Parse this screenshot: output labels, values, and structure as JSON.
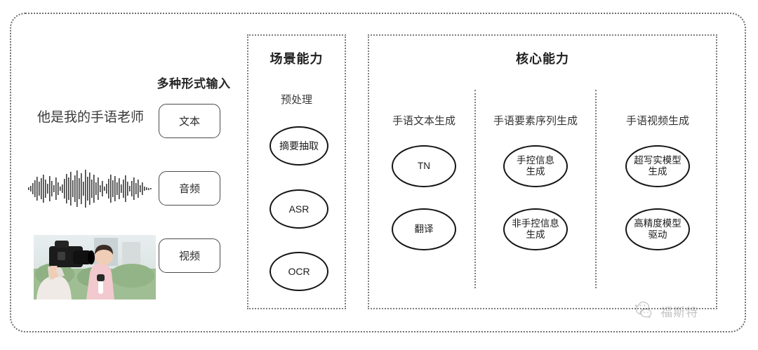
{
  "diagram": {
    "background_color": "#ffffff",
    "outline_color": "#6e6e6e",
    "ellipse_color": "#151515"
  },
  "input_section": {
    "heading": "多种形式输入",
    "sample_text": "他是我的手语老师",
    "waveform_name": "audio-waveform",
    "video_thumbnail_name": "video-thumbnail",
    "chips": [
      {
        "label": "文本"
      },
      {
        "label": "音频"
      },
      {
        "label": "视频"
      }
    ]
  },
  "scene_panel": {
    "title": "场景能力",
    "subtitle": "预处理",
    "nodes": [
      {
        "label": "摘要抽取"
      },
      {
        "label": "ASR"
      },
      {
        "label": "OCR"
      }
    ]
  },
  "core_panel": {
    "title": "核心能力",
    "columns": [
      {
        "title": "手语文本生成",
        "nodes": [
          {
            "line1": "TN",
            "line2": ""
          },
          {
            "line1": "翻译",
            "line2": ""
          }
        ]
      },
      {
        "title": "手语要素序列生成",
        "nodes": [
          {
            "line1": "手控信息",
            "line2": "生成"
          },
          {
            "line1": "非手控信息",
            "line2": "生成"
          }
        ]
      },
      {
        "title": "手语视频生成",
        "nodes": [
          {
            "line1": "超写实模型",
            "line2": "生成"
          },
          {
            "line1": "高精度模型",
            "line2": "驱动"
          }
        ]
      }
    ]
  },
  "watermark": {
    "label": "福斯特",
    "icon": "wechat-icon"
  }
}
